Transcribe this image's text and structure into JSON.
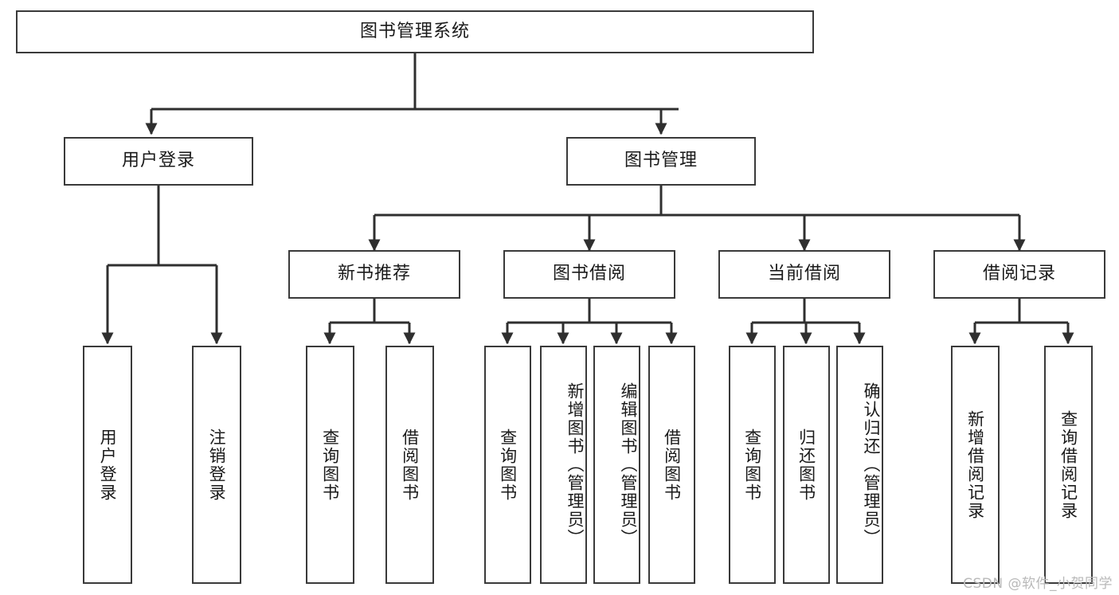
{
  "diagram": {
    "type": "tree",
    "title": "图书管理系统",
    "watermark": "CSDN @软件_小贺同学",
    "colors": {
      "box_border": "#3a3a3a",
      "box_fill": "#ffffff",
      "connector": "#2f2f2f",
      "text": "#1a1a1a",
      "watermark": "#b9b9b9",
      "background": "#ffffff"
    },
    "levels": {
      "root": {
        "label": "图书管理系统"
      },
      "level2": [
        {
          "label": "用户登录"
        },
        {
          "label": "图书管理"
        }
      ],
      "level3": [
        {
          "label": "新书推荐"
        },
        {
          "label": "图书借阅"
        },
        {
          "label": "当前借阅"
        },
        {
          "label": "借阅记录"
        }
      ]
    },
    "nodes": {
      "root": "图书管理系统",
      "user_login": "用户登录",
      "book_manage": "图书管理",
      "new_book_recommend": "新书推荐",
      "book_borrow": "图书借阅",
      "current_borrow": "当前借阅",
      "borrow_record": "借阅记录",
      "leaf_user_login": "用户登录",
      "leaf_user_logout": "注销登录",
      "leaf_query_book_1": "查询图书",
      "leaf_borrow_book_1": "借阅图书",
      "leaf_query_book_2": "查询图书",
      "leaf_add_book_admin": "新增图书（管理员）",
      "leaf_edit_book_admin": "编辑图书（管理员）",
      "leaf_borrow_book_2": "借阅图书",
      "leaf_query_book_3": "查询图书",
      "leaf_return_book": "归还图书",
      "leaf_confirm_return_admin": "确认归还（管理员）",
      "leaf_add_borrow_record": "新增借阅记录",
      "leaf_query_borrow_record": "查询借阅记录"
    },
    "edges": [
      {
        "from": "root",
        "to": "user_login"
      },
      {
        "from": "root",
        "to": "book_manage"
      },
      {
        "from": "user_login",
        "to": "leaf_user_login"
      },
      {
        "from": "user_login",
        "to": "leaf_user_logout"
      },
      {
        "from": "book_manage",
        "to": "new_book_recommend"
      },
      {
        "from": "book_manage",
        "to": "book_borrow"
      },
      {
        "from": "book_manage",
        "to": "current_borrow"
      },
      {
        "from": "book_manage",
        "to": "borrow_record"
      },
      {
        "from": "new_book_recommend",
        "to": "leaf_query_book_1"
      },
      {
        "from": "new_book_recommend",
        "to": "leaf_borrow_book_1"
      },
      {
        "from": "book_borrow",
        "to": "leaf_query_book_2"
      },
      {
        "from": "book_borrow",
        "to": "leaf_add_book_admin"
      },
      {
        "from": "book_borrow",
        "to": "leaf_edit_book_admin"
      },
      {
        "from": "book_borrow",
        "to": "leaf_borrow_book_2"
      },
      {
        "from": "current_borrow",
        "to": "leaf_query_book_3"
      },
      {
        "from": "current_borrow",
        "to": "leaf_return_book"
      },
      {
        "from": "current_borrow",
        "to": "leaf_confirm_return_admin"
      },
      {
        "from": "borrow_record",
        "to": "leaf_add_borrow_record"
      },
      {
        "from": "borrow_record",
        "to": "leaf_query_borrow_record"
      }
    ]
  }
}
